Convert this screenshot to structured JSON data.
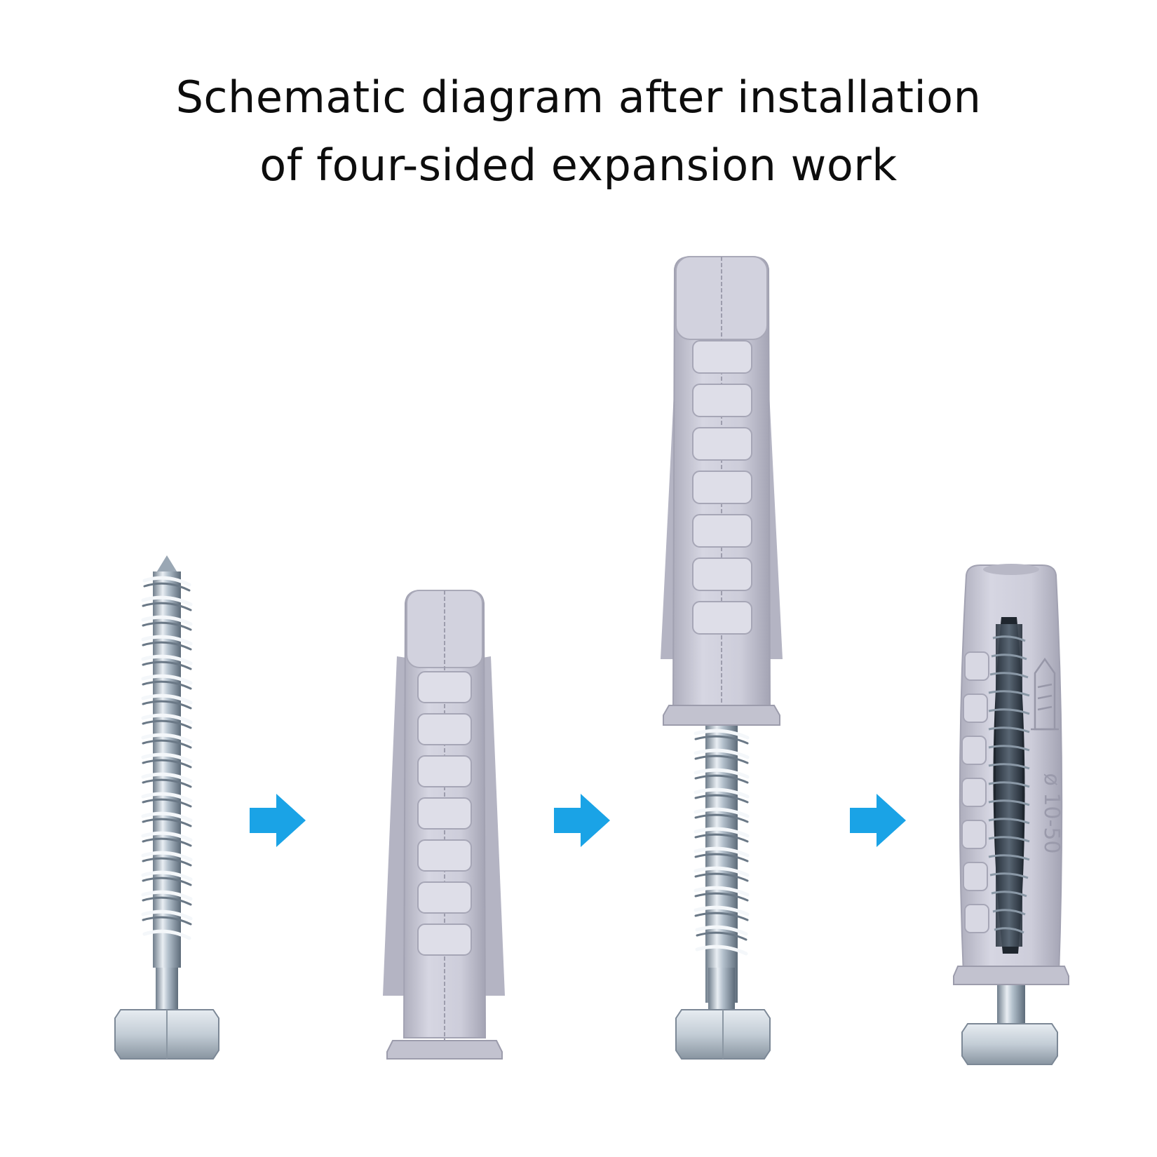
{
  "title": {
    "line1": "Schematic diagram after installation",
    "line2": "of four-sided expansion work"
  },
  "anchor_marking": "ø 10-50",
  "colors": {
    "background": "#ffffff",
    "arrow": "#1aa3e6",
    "plastic": "#c9c9d6",
    "plastic_dark": "#a9a9b8",
    "steel": "#b9c6d2",
    "steel_dark": "#5f6e7c"
  },
  "icons": [
    "screw-icon",
    "plug-icon",
    "arrow-right-icon"
  ]
}
